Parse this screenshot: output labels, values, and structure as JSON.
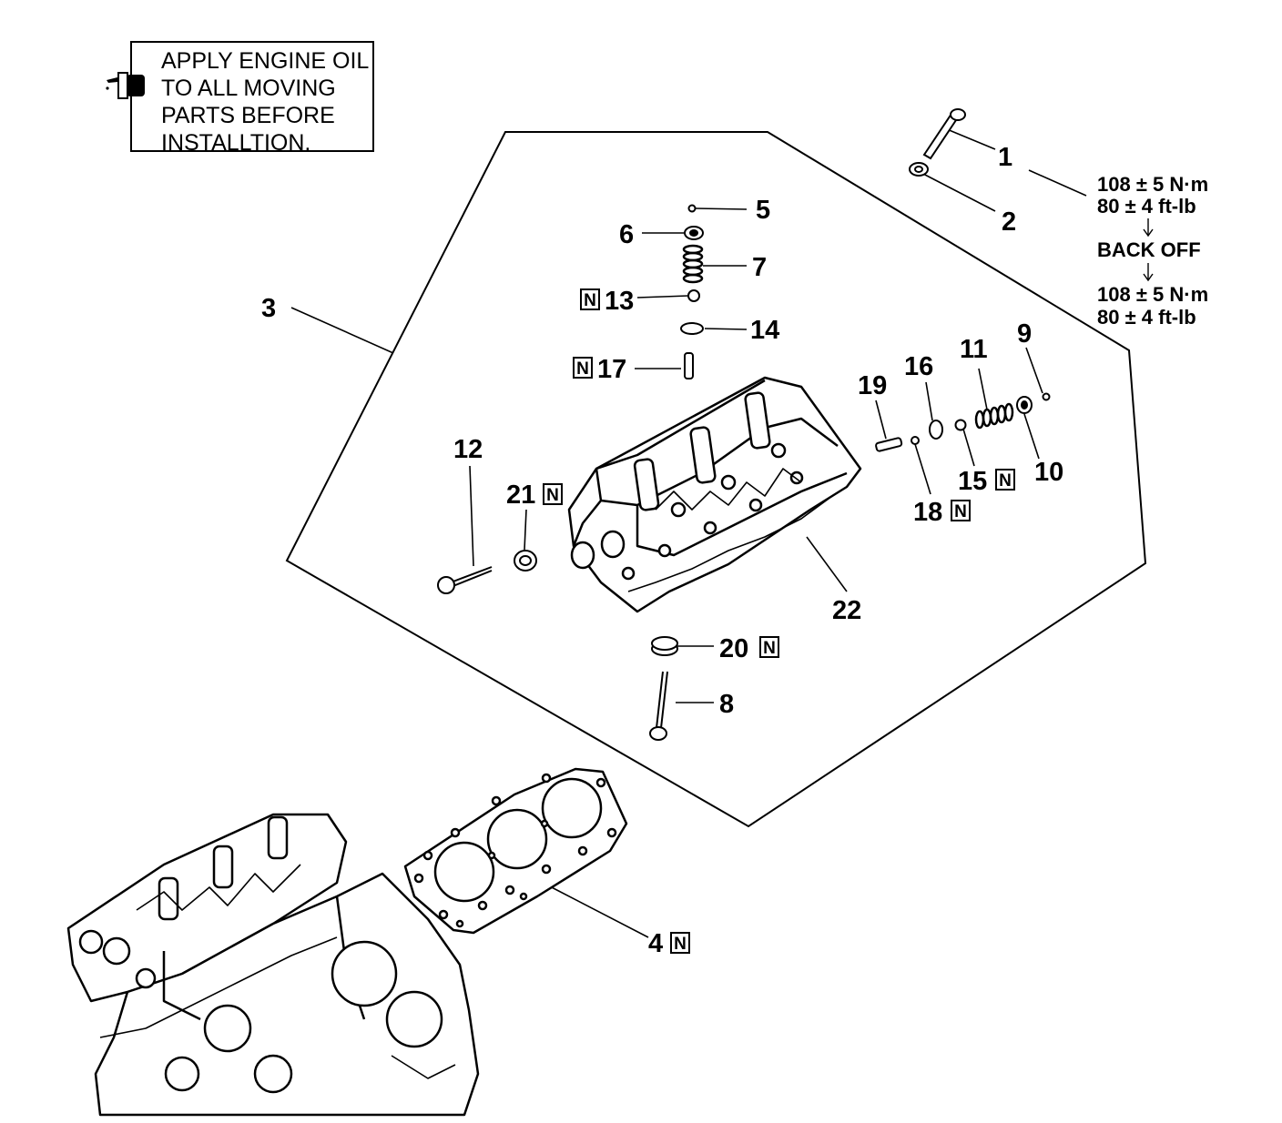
{
  "note": {
    "lines": [
      "APPLY ENGINE OIL",
      "TO ALL MOVING",
      "PARTS BEFORE",
      "INSTALLTION."
    ],
    "icon": "oil-can-icon"
  },
  "callouts": [
    {
      "id": "1",
      "label": "1",
      "new_part": false
    },
    {
      "id": "2",
      "label": "2",
      "new_part": false
    },
    {
      "id": "3",
      "label": "3",
      "new_part": false
    },
    {
      "id": "4",
      "label": "4",
      "new_part": true
    },
    {
      "id": "5",
      "label": "5",
      "new_part": false
    },
    {
      "id": "6",
      "label": "6",
      "new_part": false
    },
    {
      "id": "7",
      "label": "7",
      "new_part": false
    },
    {
      "id": "8",
      "label": "8",
      "new_part": false
    },
    {
      "id": "9",
      "label": "9",
      "new_part": false
    },
    {
      "id": "10",
      "label": "10",
      "new_part": false
    },
    {
      "id": "11",
      "label": "11",
      "new_part": false
    },
    {
      "id": "12",
      "label": "12",
      "new_part": false
    },
    {
      "id": "13",
      "label": "13",
      "new_part": true
    },
    {
      "id": "14",
      "label": "14",
      "new_part": false
    },
    {
      "id": "15",
      "label": "15",
      "new_part": true
    },
    {
      "id": "16",
      "label": "16",
      "new_part": false
    },
    {
      "id": "17",
      "label": "17",
      "new_part": true
    },
    {
      "id": "18",
      "label": "18",
      "new_part": true
    },
    {
      "id": "19",
      "label": "19",
      "new_part": false
    },
    {
      "id": "20",
      "label": "20",
      "new_part": true
    },
    {
      "id": "21",
      "label": "21",
      "new_part": true
    },
    {
      "id": "22",
      "label": "22",
      "new_part": false
    }
  ],
  "new_part_mark": "N",
  "torque_spec": {
    "step1_nm": "108 ± 5 N·m",
    "step1_ftlb": "80 ± 4 ft-lb",
    "back_off": "BACK OFF",
    "step2_nm": "108 ± 5 N·m",
    "step2_ftlb": "80 ± 4 ft-lb"
  },
  "colors": {
    "ink": "#000000",
    "paper": "#ffffff"
  }
}
